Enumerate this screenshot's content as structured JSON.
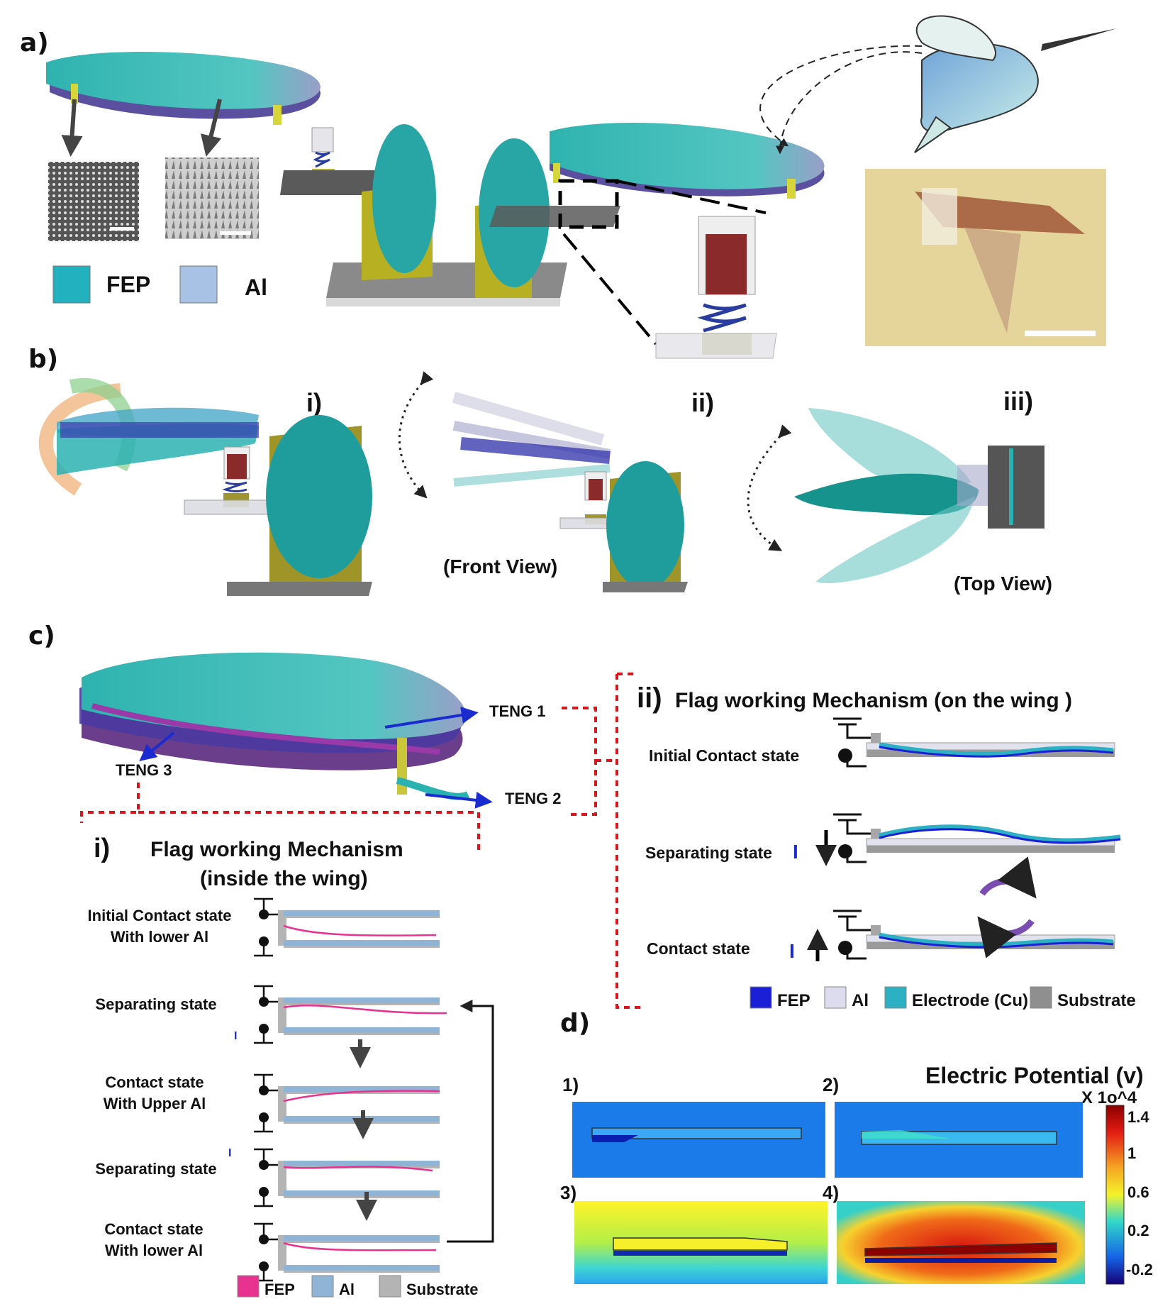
{
  "panels": {
    "a": "a)",
    "b": "b)",
    "c": "c)",
    "d": "d)"
  },
  "panel_a": {
    "legend_fep": "FEP",
    "legend_al": "Al"
  },
  "panel_b": {
    "i": "i)",
    "ii": "ii)",
    "iii": "iii)",
    "front_view": "(Front View)",
    "top_view": "(Top View)"
  },
  "panel_c": {
    "teng1": "TENG 1",
    "teng2": "TENG 2",
    "teng3": "TENG 3",
    "ii_num": "ii)",
    "ii_title": "Flag  working Mechanism (on the wing )",
    "ii_states": [
      "Initial Contact state",
      "Separating state",
      "Contact state"
    ],
    "current_symbol": "I",
    "i_num": "i)",
    "i_title1": "Flag  working Mechanism",
    "i_title2": "(inside the wing)",
    "i_states": [
      [
        "Initial Contact state",
        "With lower Al"
      ],
      [
        "Separating state"
      ],
      [
        "Contact state",
        "With Upper Al"
      ],
      [
        "Separating state"
      ],
      [
        "Contact state",
        "With lower Al"
      ]
    ],
    "legend_ii": [
      {
        "label": "FEP",
        "color": "#1b1fd6"
      },
      {
        "label": "Al",
        "color": "#dcdcee"
      },
      {
        "label": "Electrode (Cu)",
        "color": "#2bb0c4"
      },
      {
        "label": "Substrate",
        "color": "#8f8f8f"
      }
    ],
    "legend_i": [
      {
        "label": "FEP",
        "color": "#e8328f"
      },
      {
        "label": "Al",
        "color": "#90b4d6"
      },
      {
        "label": "Substrate",
        "color": "#b4b4b4"
      }
    ]
  },
  "panel_d": {
    "title": "Electric Potential (v)",
    "multiplier": "X 1o^4",
    "subplots": [
      "1)",
      "2)",
      "3)",
      "4)"
    ],
    "colorbar_ticks": [
      "1.4",
      "1",
      "0.6",
      "0.2",
      "-0.2"
    ]
  }
}
